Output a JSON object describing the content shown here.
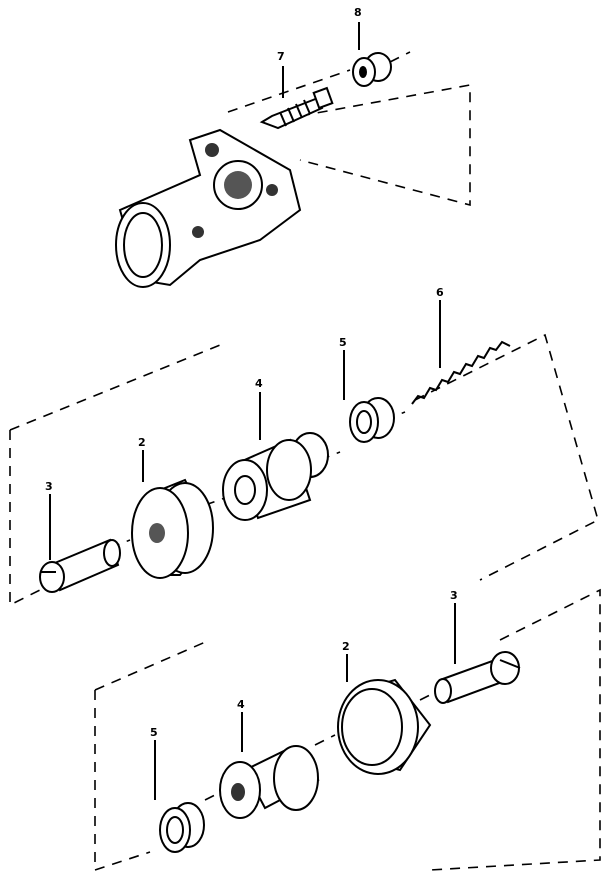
{
  "diagram": {
    "title": "Wheel brake cylinder exploded view",
    "callouts": [
      {
        "id": "bleeder-cap",
        "label": "8"
      },
      {
        "id": "bleeder-screw",
        "label": "7"
      },
      {
        "id": "spring",
        "label": "6"
      },
      {
        "id": "cup-upper",
        "label": "5"
      },
      {
        "id": "piston-upper",
        "label": "4"
      },
      {
        "id": "boot-upper",
        "label": "2"
      },
      {
        "id": "pushrod-upper",
        "label": "3"
      },
      {
        "id": "pushrod-lower",
        "label": "3"
      },
      {
        "id": "boot-lower",
        "label": "2"
      },
      {
        "id": "piston-lower",
        "label": "4"
      },
      {
        "id": "cup-lower",
        "label": "5"
      }
    ]
  }
}
